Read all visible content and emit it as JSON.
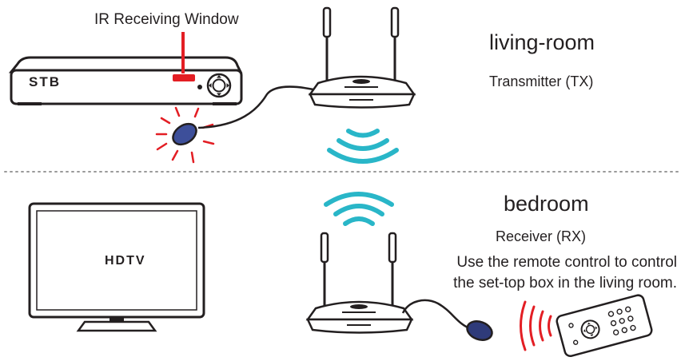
{
  "labels": {
    "ir_window": "IR Receiving Window",
    "stb": "STB",
    "living_room": "living-room",
    "transmitter": "Transmitter (TX)",
    "bedroom": "bedroom",
    "receiver": "Receiver (RX)",
    "note_line1": "Use the remote control to control",
    "note_line2": "the set-top box in the living room.",
    "hdtv": "HDTV"
  },
  "colors": {
    "ink": "#231f20",
    "ir_window": "#e31e24",
    "ir_signal": "#e31e24",
    "wireless": "#29b6c8",
    "emitter": "#3d4f9a",
    "divider": "#9a9a9a"
  },
  "icons": {
    "wireless_tx": "wifi-waves-down-icon",
    "wireless_rx": "wifi-waves-up-icon",
    "ir_burst": "ir-burst-icon",
    "ir_signal": "ir-signal-arcs-icon",
    "nav_pad": "navigation-pad-icon"
  }
}
